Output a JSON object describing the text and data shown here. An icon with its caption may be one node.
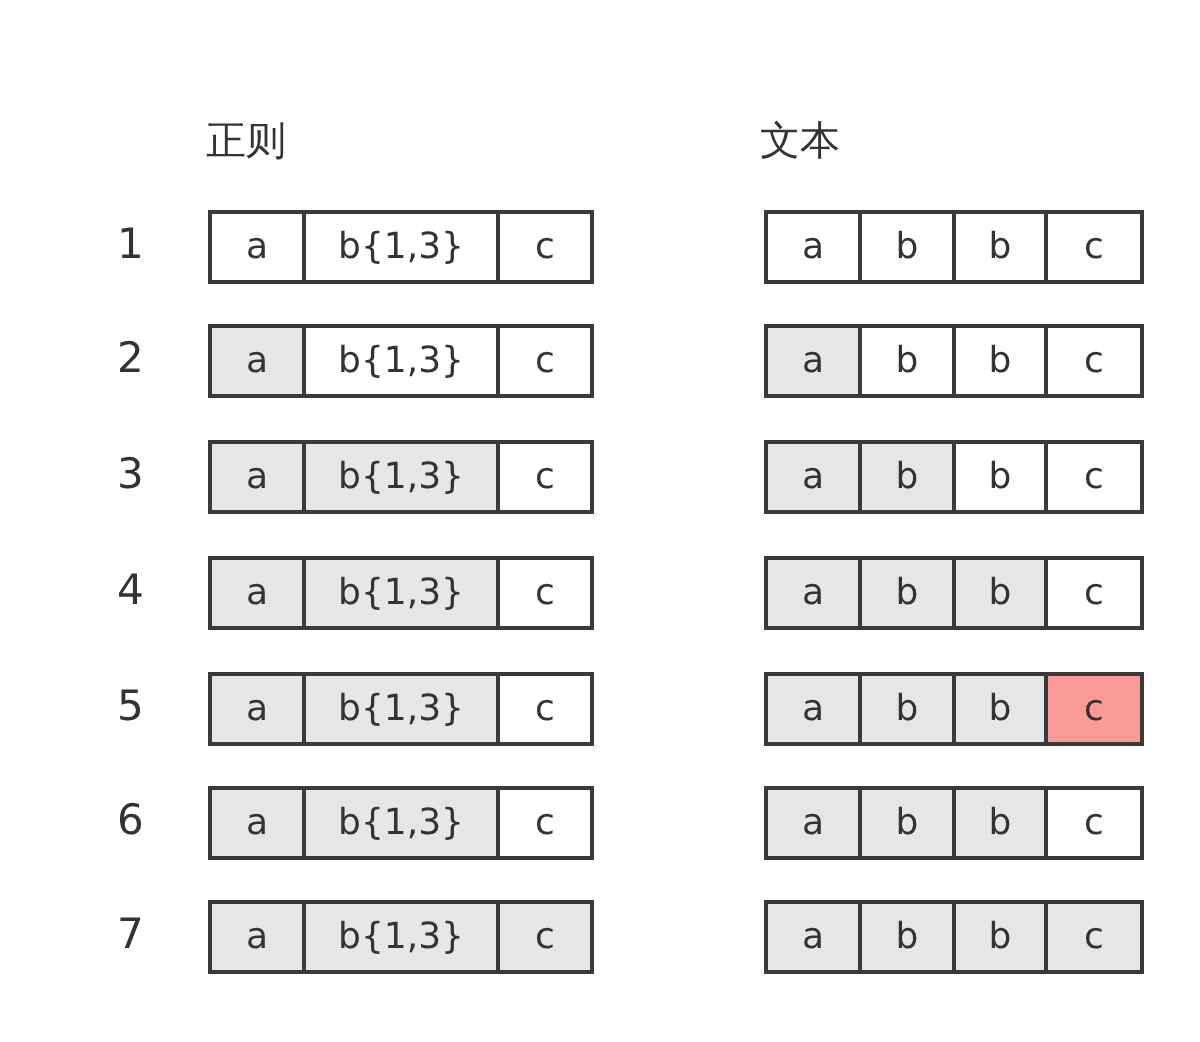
{
  "diagram": {
    "nodes": [
      {
        "text": [
          "a"
        ]
      },
      {
        "text": [
          "b{1,3}"
        ]
      },
      {
        "text": [
          "c"
        ]
      },
      {
        "text": [
          "a"
        ]
      },
      {
        "text": [
          "b"
        ]
      },
      {
        "text": [
          "b"
        ]
      },
      {
        "text": [
          "c"
        ]
      },
      {
        "text": [
          "a"
        ]
      },
      {
        "text": [
          "b{1,3}"
        ]
      },
      {
        "text": [
          "c"
        ]
      },
      {
        "text": [
          "a"
        ]
      },
      {
        "text": [
          "b"
        ]
      },
      {
        "text": [
          "b"
        ]
      },
      {
        "text": [
          "c"
        ]
      },
      {
        "text": [
          "a"
        ]
      },
      {
        "text": [
          "b{1,3}"
        ]
      },
      {
        "text": [
          "c"
        ]
      },
      {
        "text": [
          "a"
        ]
      },
      {
        "text": [
          "b"
        ]
      },
      {
        "text": [
          "b"
        ]
      },
      {
        "text": [
          "c"
        ]
      },
      {
        "text": [
          "a"
        ]
      },
      {
        "text": [
          "b{1,3}"
        ]
      },
      {
        "text": [
          "c"
        ]
      },
      {
        "text": [
          "a"
        ]
      },
      {
        "text": [
          "b"
        ]
      },
      {
        "text": [
          "b"
        ]
      },
      {
        "text": [
          "c"
        ]
      },
      {
        "text": [
          "a"
        ]
      },
      {
        "text": [
          "b{1,3}"
        ]
      },
      {
        "text": [
          "c"
        ]
      },
      {
        "text": [
          "a"
        ]
      },
      {
        "text": [
          "b"
        ]
      },
      {
        "text": [
          "b"
        ]
      },
      {
        "text": [
          "c"
        ]
      },
      {
        "text": [
          "a"
        ]
      },
      {
        "text": [
          "b{1,3}"
        ]
      },
      {
        "text": [
          "c"
        ]
      },
      {
        "text": [
          "a"
        ]
      },
      {
        "text": [
          "b"
        ]
      },
      {
        "text": [
          "b"
        ]
      },
      {
        "text": [
          "c"
        ]
      },
      {
        "text": [
          "a"
        ]
      },
      {
        "text": [
          "b{1,3}"
        ]
      },
      {
        "text": [
          "c"
        ]
      },
      {
        "text": [
          "a"
        ]
      },
      {
        "text": [
          "b"
        ]
      },
      {
        "text": [
          "b"
        ]
      },
      {
        "text": [
          "c"
        ]
      }
    ],
    "labels": [
      "正则",
      "文本",
      "1",
      "2",
      "3",
      "4",
      "5",
      "6",
      "7"
    ]
  }
}
